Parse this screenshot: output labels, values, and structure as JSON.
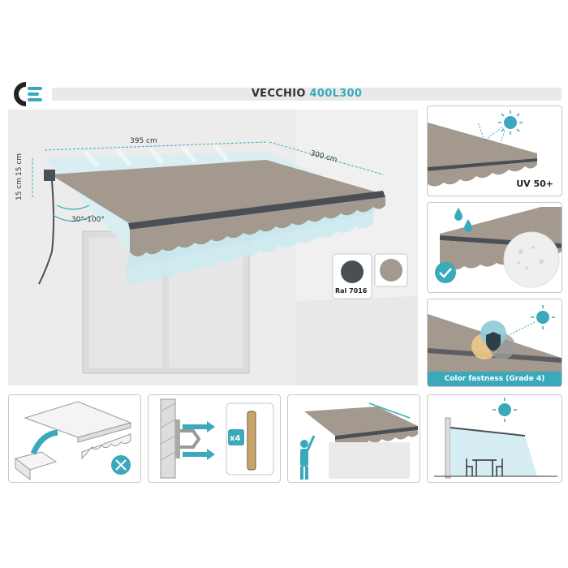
{
  "header": {
    "model": "VECCHIO",
    "size": "400L300"
  },
  "main": {
    "width_label": "395 cm",
    "depth_label": "300 cm",
    "height_label_1": "15 cm",
    "height_label_2": "15 cm",
    "angle_label": "30°-100°",
    "frame_color_label": "Ral 7016"
  },
  "features": {
    "uv_label": "UV 50+",
    "color_fastness_label": "Color fastness (Grade 4)"
  },
  "mounting": {
    "bolt_count_label": "x4"
  },
  "colors": {
    "fabric": "#a4998e",
    "frame": "#4a4f55",
    "accent": "#3aa9bb",
    "sun": "#3aa9bb"
  }
}
